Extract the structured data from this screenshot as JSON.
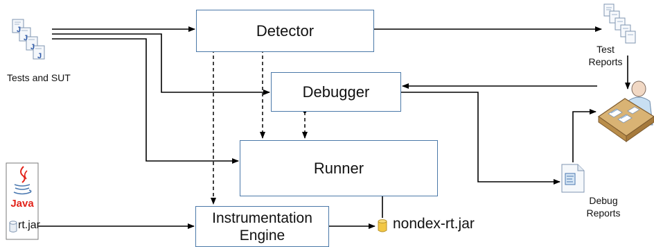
{
  "boxes": {
    "detector": "Detector",
    "debugger": "Debugger",
    "runner": "Runner",
    "instrumentation_line1": "Instrumentation",
    "instrumentation_line2": "Engine"
  },
  "labels": {
    "tests_sut": "Tests and SUT",
    "test_reports_line1": "Test",
    "test_reports_line2": "Reports",
    "debug_reports_line1": "Debug",
    "debug_reports_line2": "Reports",
    "rt_jar": "rt.jar",
    "nondex_jar": "nondex-rt.jar",
    "java_logo": "Java"
  },
  "icons": [
    "test-file-stack-icon",
    "java-logo-icon",
    "jar-cylinder-icon",
    "report-stack-icon",
    "developer-desk-icon",
    "debug-report-icon"
  ],
  "colors": {
    "box_border": "#4a78a8",
    "arrow": "#000000",
    "java_red": "#e2231a",
    "java_blue": "#4a78b0",
    "jar_yellow": "#f2c744"
  }
}
